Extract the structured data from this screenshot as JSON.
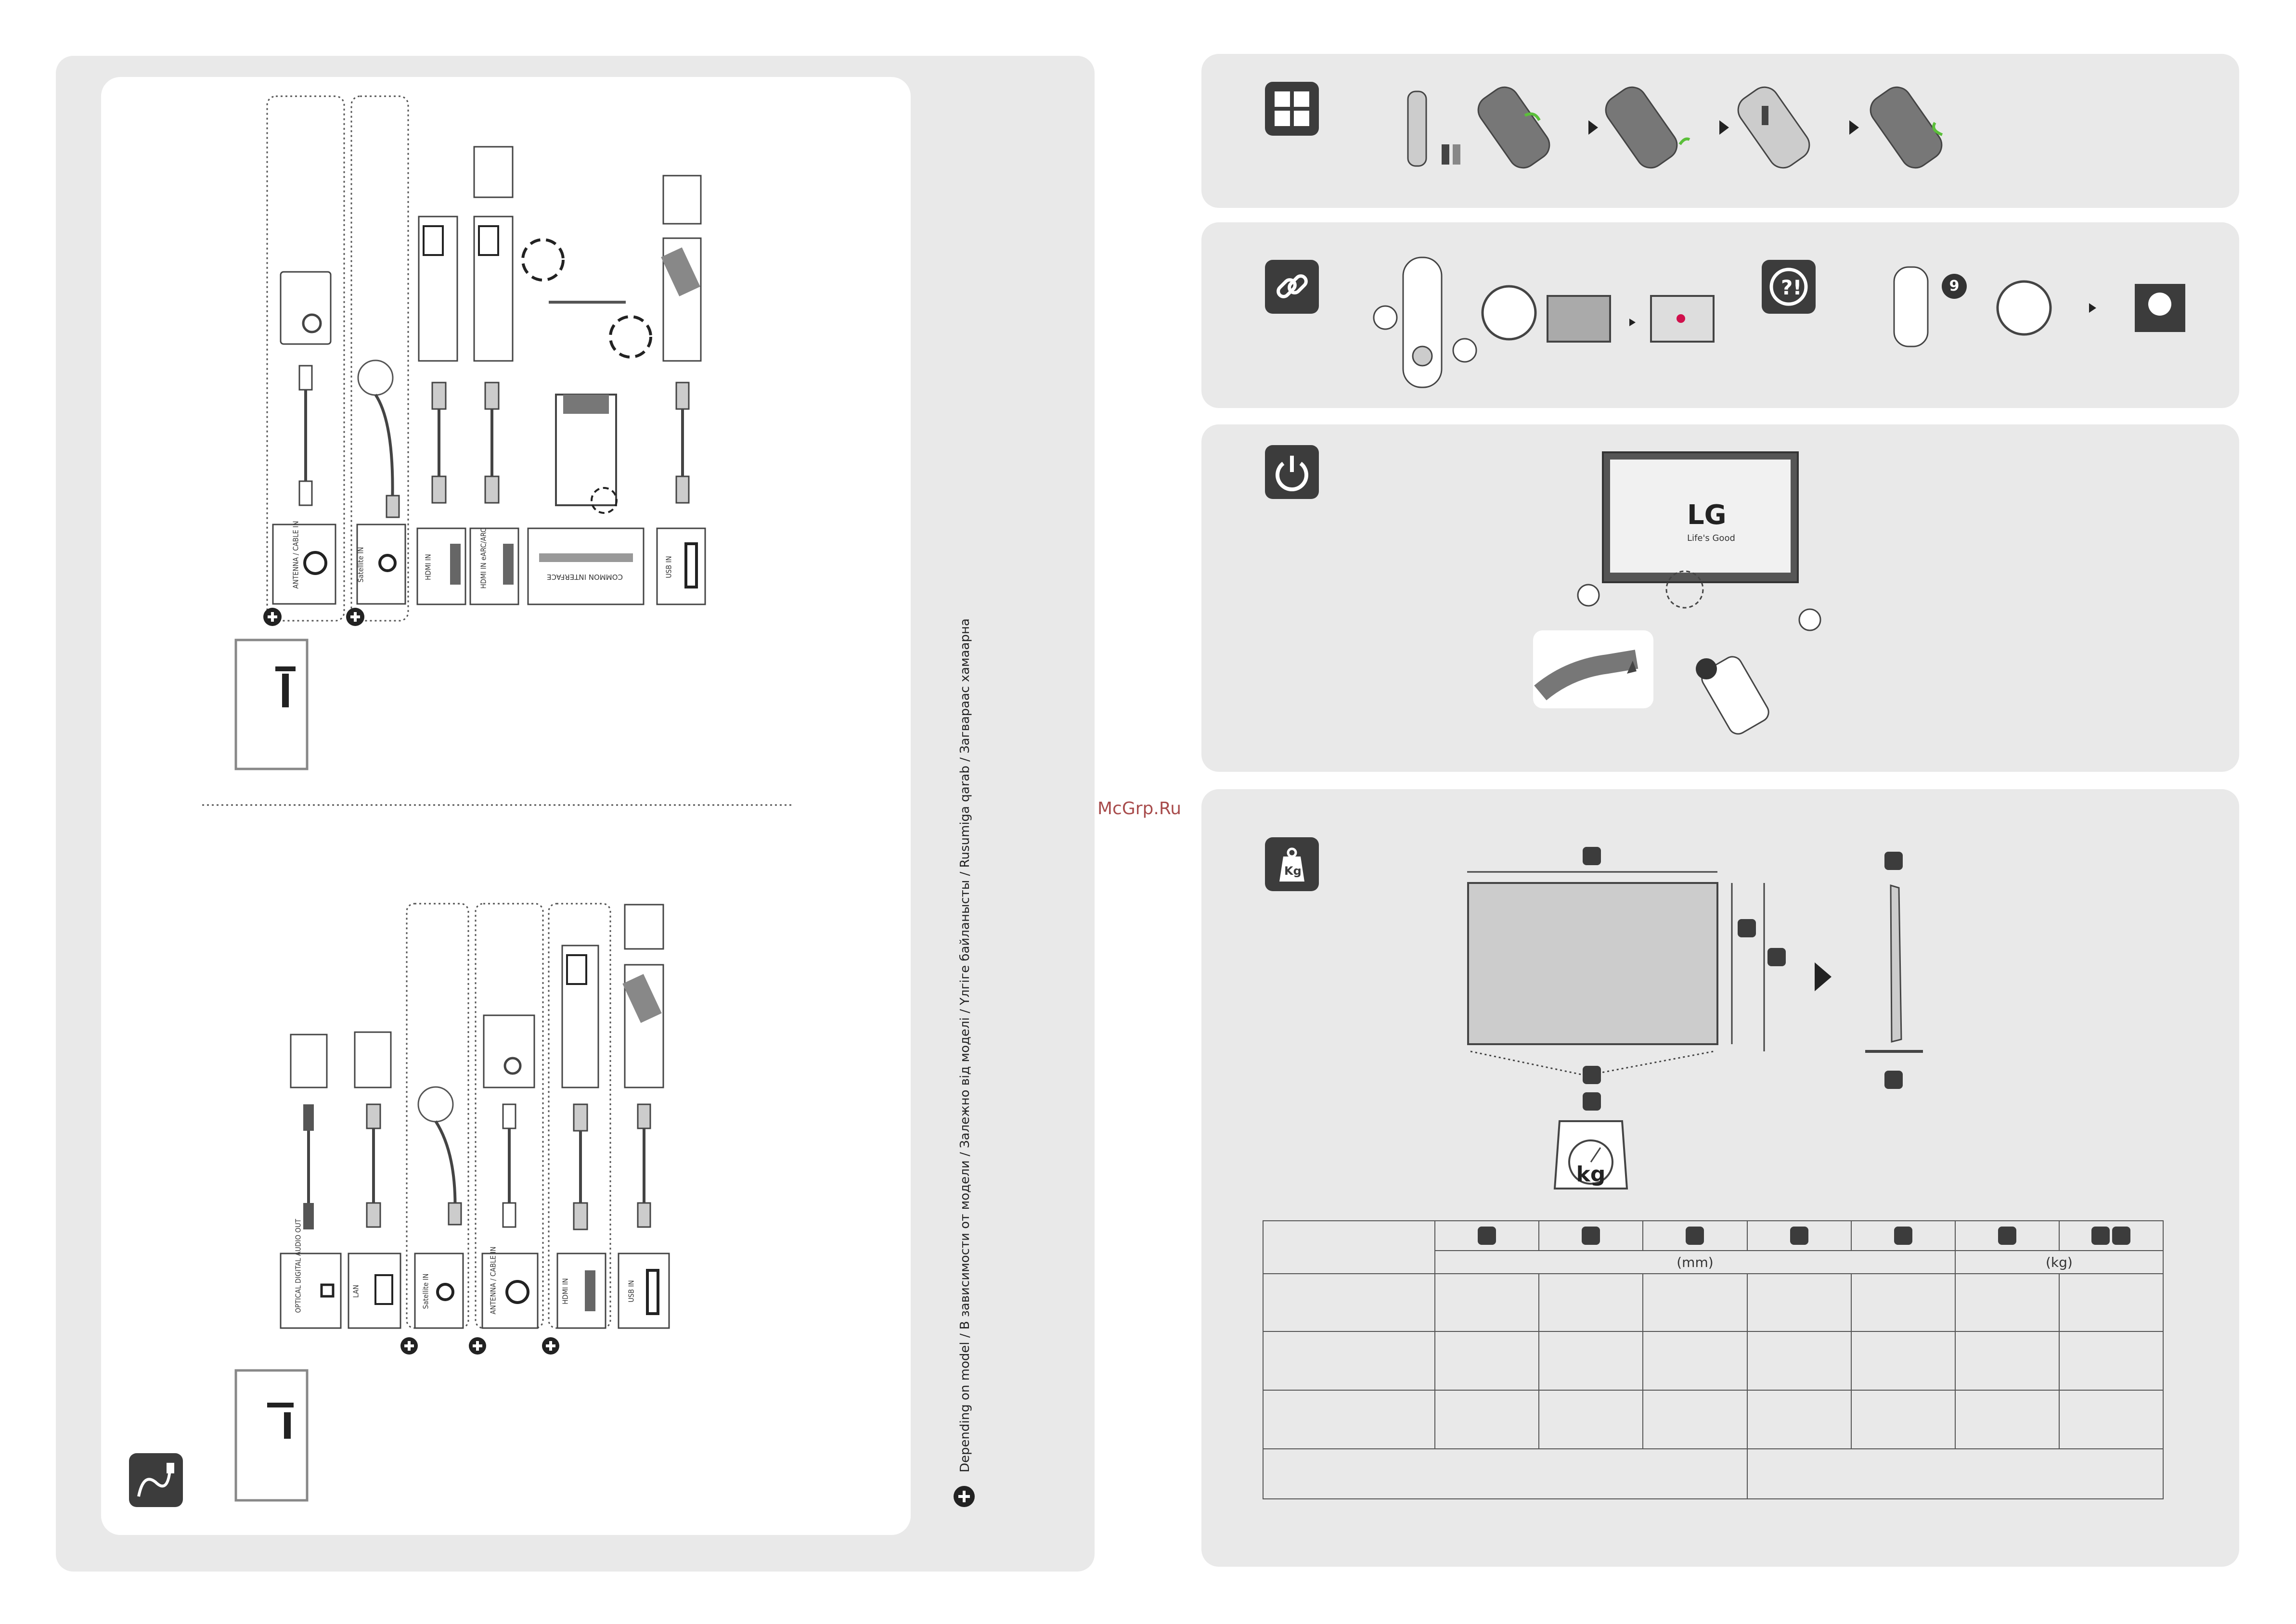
{
  "connections_top": {
    "antenna": "ANTENNA / CABLE IN",
    "satellite": "Satellite IN",
    "hdmi": "HDMI IN",
    "hdmi_arc": "HDMI IN eARC/ARC",
    "ci": "COMMON INTERFACE",
    "usb": "USB IN"
  },
  "connections_bottom": {
    "optical": "OPTICAL DIGITAL AUDIO OUT",
    "lan": "LAN",
    "satellite": "Satellite IN",
    "antenna": "ANTENNA / CABLE IN",
    "hdmi": "HDMI IN",
    "usb": "USB IN"
  },
  "side_note": "Depending on model / В зависимости от модели / Залежно від моделі / Үлгіге байланысты / Rusumiga qarab / Загвараас хамаарна",
  "watermark": "McGrp.Ru",
  "tv_logo": {
    "brand": "LG",
    "slogan": "Life's Good"
  },
  "remote_badge": "9",
  "scale_unit": "kg",
  "spec_table": {
    "unit_mm": "(mm)",
    "unit_kg": "(kg)"
  },
  "colors": {
    "panel": "#e9e9e9",
    "icon": "#3c3c3c",
    "accent_green": "#5bbf3a",
    "accent_red": "#d0104c"
  },
  "icons": [
    "battery-icon",
    "link-icon",
    "help-icon",
    "power-icon",
    "weight-icon",
    "cable-icon",
    "plus-icon"
  ]
}
